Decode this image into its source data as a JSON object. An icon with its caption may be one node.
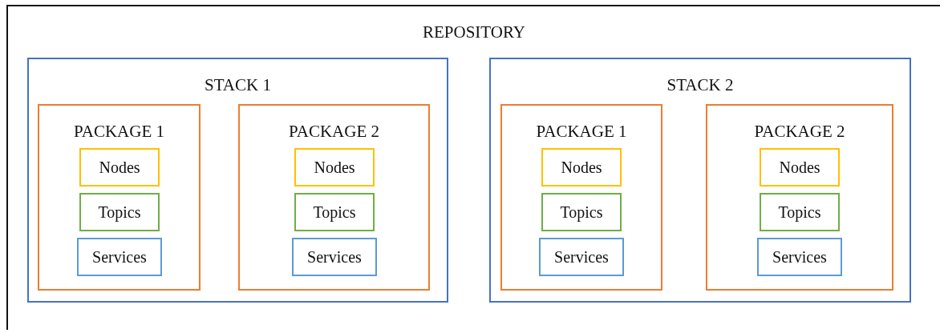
{
  "diagram": {
    "nodes": [
      {
        "text": [
          "REPOSITORY"
        ]
      },
      {
        "text": [
          "STACK 1"
        ],
        "in": 0
      },
      {
        "text": [
          "PACKAGE 1"
        ],
        "in": 1
      },
      {
        "text": [
          "Nodes"
        ],
        "in": 2
      },
      {
        "text": [
          "Topics"
        ],
        "in": 2
      },
      {
        "text": [
          "Services"
        ],
        "in": 2
      },
      {
        "text": [
          "PACKAGE 2"
        ],
        "in": 1
      },
      {
        "text": [
          "Nodes"
        ],
        "in": 6
      },
      {
        "text": [
          "Topics"
        ],
        "in": 6
      },
      {
        "text": [
          "Services"
        ],
        "in": 6
      },
      {
        "text": [
          "STACK 2"
        ],
        "in": 0
      },
      {
        "text": [
          "PACKAGE 1"
        ],
        "in": 10
      },
      {
        "text": [
          "Nodes"
        ],
        "in": 11
      },
      {
        "text": [
          "Topics"
        ],
        "in": 11
      },
      {
        "text": [
          "Services"
        ],
        "in": 11
      },
      {
        "text": [
          "PACKAGE 2"
        ],
        "in": 10
      },
      {
        "text": [
          "Nodes"
        ],
        "in": 15
      },
      {
        "text": [
          "Topics"
        ],
        "in": 15
      },
      {
        "text": [
          "Services"
        ],
        "in": 15
      }
    ]
  }
}
